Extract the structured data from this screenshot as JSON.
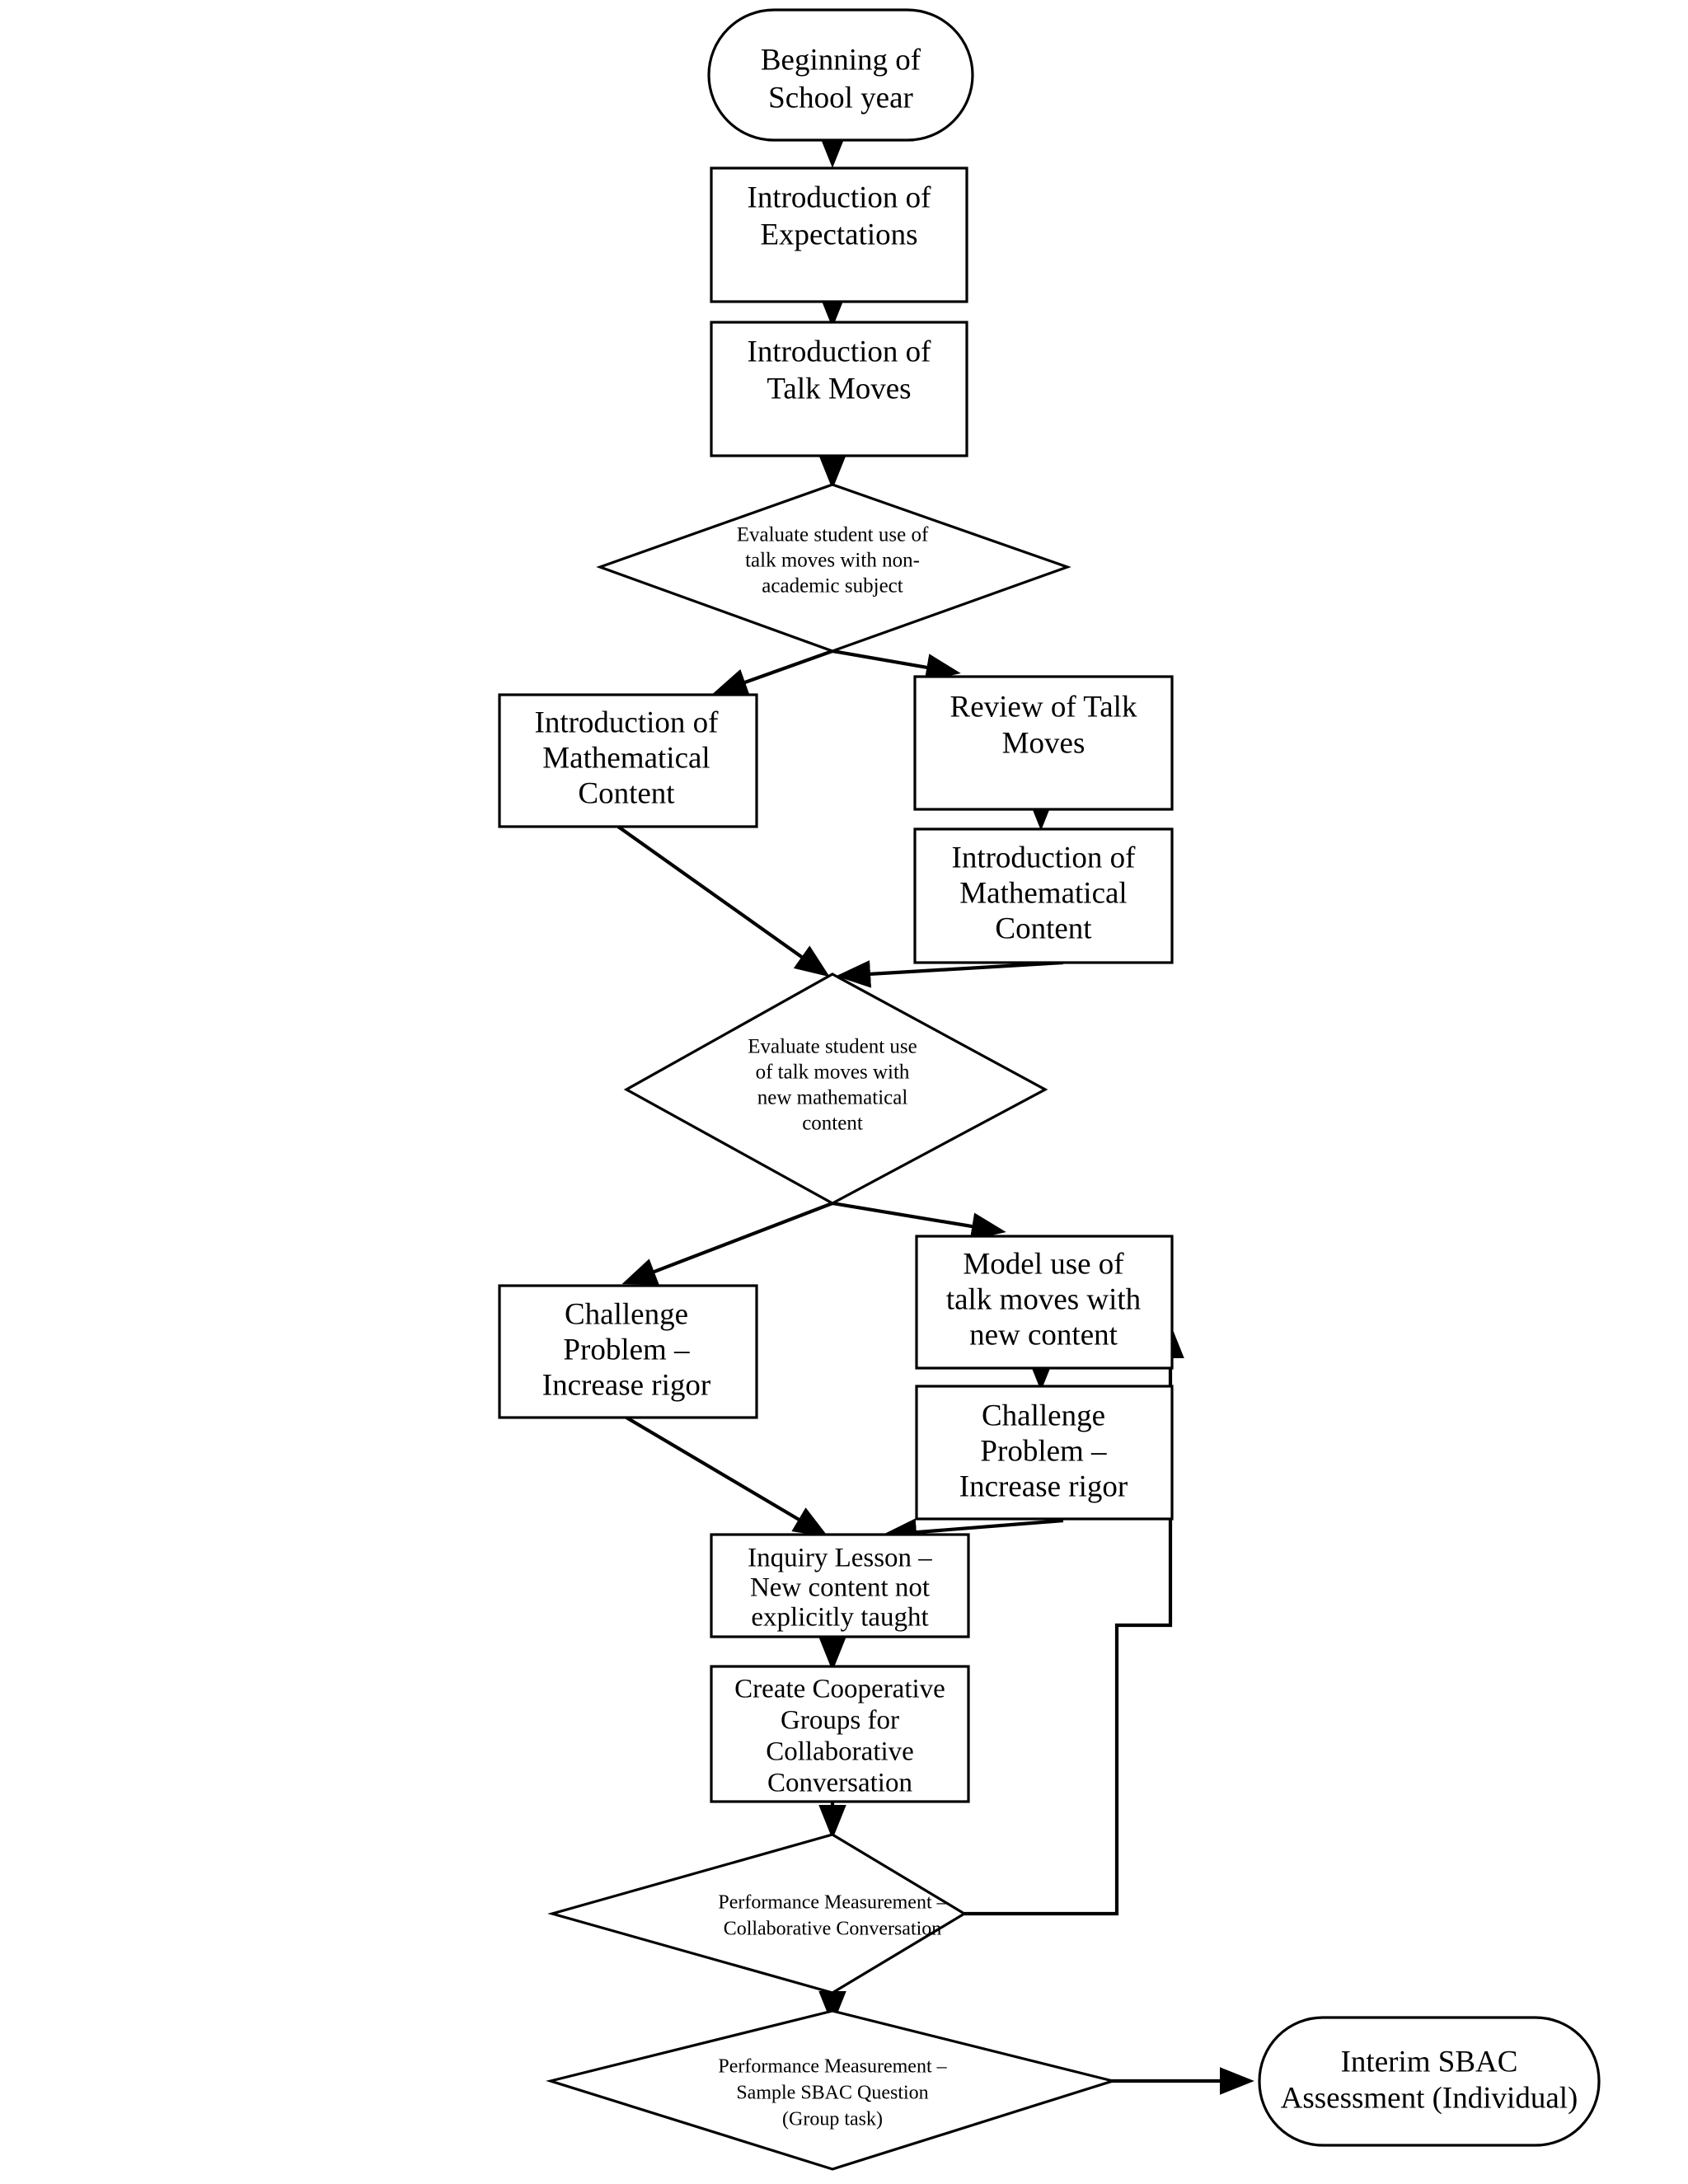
{
  "diagram": {
    "title": "Classroom Talk Moves Instructional Flowchart",
    "colors": {
      "stroke": "#000000",
      "fill": "#ffffff",
      "text": "#000000"
    },
    "nodes": {
      "start": {
        "shape": "terminator",
        "lines": [
          "Beginning of",
          "School year"
        ]
      },
      "intro_expectations": {
        "shape": "process",
        "lines": [
          "Introduction of",
          "Expectations"
        ]
      },
      "intro_talk_moves": {
        "shape": "process",
        "lines": [
          "Introduction of",
          "Talk Moves"
        ]
      },
      "evaluate_nonacademic": {
        "shape": "decision",
        "lines": [
          "Evaluate student use of",
          "talk moves with non-",
          "academic subject"
        ]
      },
      "intro_math_left": {
        "shape": "process",
        "lines": [
          "Introduction of",
          "Mathematical",
          "Content"
        ]
      },
      "review_talk_moves": {
        "shape": "process",
        "lines": [
          "Review of Talk",
          "Moves"
        ]
      },
      "intro_math_right": {
        "shape": "process",
        "lines": [
          "Introduction of",
          "Mathematical",
          "Content"
        ]
      },
      "evaluate_math": {
        "shape": "decision",
        "lines": [
          "Evaluate student use",
          "of talk moves with",
          "new mathematical",
          "content"
        ]
      },
      "challenge_left": {
        "shape": "process",
        "lines": [
          "Challenge",
          "Problem –",
          "Increase rigor"
        ]
      },
      "model_use": {
        "shape": "process",
        "lines": [
          "Model use of",
          "talk moves with",
          "new content"
        ]
      },
      "challenge_right": {
        "shape": "process",
        "lines": [
          "Challenge",
          "Problem –",
          "Increase rigor"
        ]
      },
      "inquiry_lesson": {
        "shape": "process",
        "lines": [
          "Inquiry Lesson –",
          "New content not",
          "explicitly taught"
        ]
      },
      "cooperative_groups": {
        "shape": "process",
        "lines": [
          "Create Cooperative",
          "Groups for",
          "Collaborative",
          "Conversation"
        ]
      },
      "perf_collab": {
        "shape": "decision",
        "lines": [
          "Performance Measurement –",
          "Collaborative Conversation"
        ]
      },
      "perf_sbac": {
        "shape": "decision",
        "lines": [
          "Performance Measurement –",
          "Sample SBAC Question",
          "(Group task)"
        ]
      },
      "interim_sbac": {
        "shape": "terminator",
        "lines": [
          "Interim SBAC",
          "Assessment (Individual)"
        ]
      }
    },
    "edges": [
      {
        "from": "start",
        "to": "intro_expectations",
        "kind": "arrow-down"
      },
      {
        "from": "intro_expectations",
        "to": "intro_talk_moves",
        "kind": "arrow-down"
      },
      {
        "from": "intro_talk_moves",
        "to": "evaluate_nonacademic",
        "kind": "arrow-down"
      },
      {
        "from": "evaluate_nonacademic",
        "to": "intro_math_left",
        "kind": "arrow-diagonal-left"
      },
      {
        "from": "evaluate_nonacademic",
        "to": "review_talk_moves",
        "kind": "arrow-diagonal-right"
      },
      {
        "from": "review_talk_moves",
        "to": "intro_math_right",
        "kind": "arrow-down"
      },
      {
        "from": "intro_math_left",
        "to": "evaluate_math",
        "kind": "arrow-diagonal-right"
      },
      {
        "from": "intro_math_right",
        "to": "evaluate_math",
        "kind": "arrow-diagonal-left"
      },
      {
        "from": "evaluate_math",
        "to": "challenge_left",
        "kind": "arrow-diagonal-left"
      },
      {
        "from": "evaluate_math",
        "to": "model_use",
        "kind": "arrow-diagonal-right"
      },
      {
        "from": "model_use",
        "to": "challenge_right",
        "kind": "arrow-down"
      },
      {
        "from": "challenge_left",
        "to": "inquiry_lesson",
        "kind": "arrow-diagonal-right"
      },
      {
        "from": "challenge_right",
        "to": "inquiry_lesson",
        "kind": "arrow-diagonal-left"
      },
      {
        "from": "inquiry_lesson",
        "to": "cooperative_groups",
        "kind": "arrow-down"
      },
      {
        "from": "cooperative_groups",
        "to": "perf_collab",
        "kind": "arrow-down"
      },
      {
        "from": "perf_collab",
        "to": "perf_sbac",
        "kind": "arrow-down"
      },
      {
        "from": "perf_collab",
        "to": "model_use",
        "kind": "feedback-loop-right"
      },
      {
        "from": "perf_sbac",
        "to": "interim_sbac",
        "kind": "arrow-right"
      }
    ]
  }
}
